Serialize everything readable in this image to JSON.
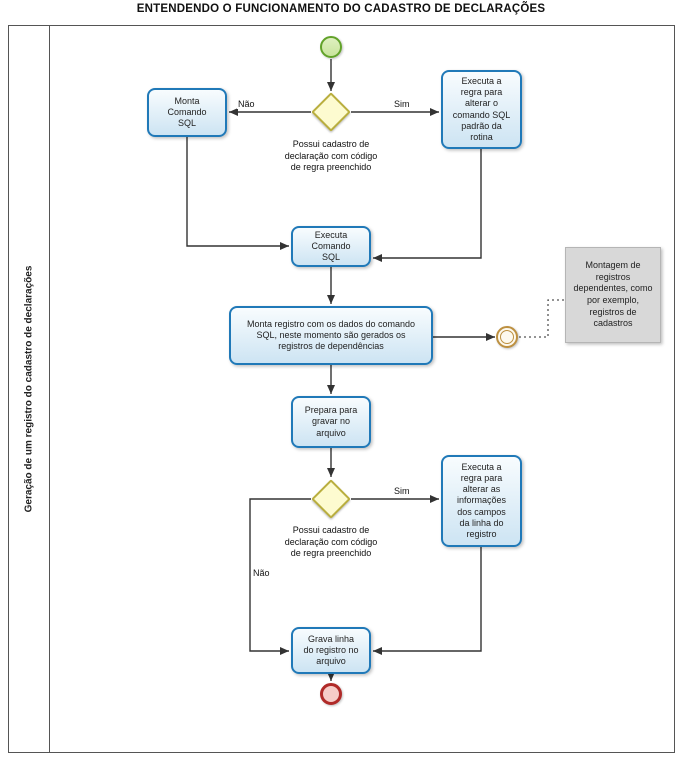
{
  "title": "ENTENDENDO O FUNCIONAMENTO DO CADASTRO DE DECLARAÇÕES",
  "lane": {
    "label": "Geração de um registro do cadastro de declarações"
  },
  "nodes": {
    "monta_comando_sql": "Monta Comando SQL",
    "executa_regra_rotina": "Executa a regra para alterar o comando SQL padrão da rotina",
    "gateway_1": "Possui cadastro de declaração com código de regra preenchido",
    "executa_comando_sql": "Executa Comando SQL",
    "monta_registro": "Monta registro com os dados do comando SQL, neste momento são gerados os registros de dependências",
    "annotation": "Montagem de registros dependentes, como por exemplo, registros de cadastros",
    "prepara_gravar": "Prepara para gravar no arquivo",
    "gateway_2": "Possui cadastro de declaração com código de regra preenchido",
    "executa_regra_campos": "Executa a regra para alterar as informações dos campos da linha do registro",
    "grava_linha": "Grava linha do registro no arquivo"
  },
  "edge_labels": {
    "gateway1_no": "Não",
    "gateway1_yes": "Sim",
    "gateway2_yes": "Sim",
    "gateway2_no": "Não"
  },
  "colors": {
    "task_border": "#2079b8",
    "task_fill_top": "#f8fcfe",
    "task_fill_bottom": "#cde4f3",
    "gateway_border": "#b9ae3e",
    "gateway_fill": "#fdfbd0",
    "start_border": "#61a229",
    "start_fill": "#c8e49c",
    "end_border": "#b02a28",
    "end_fill": "#f6ccc8",
    "intermediate_border": "#bd9040",
    "intermediate_fill": "#fdf9ee",
    "annotation_fill": "#d8d8d8"
  }
}
